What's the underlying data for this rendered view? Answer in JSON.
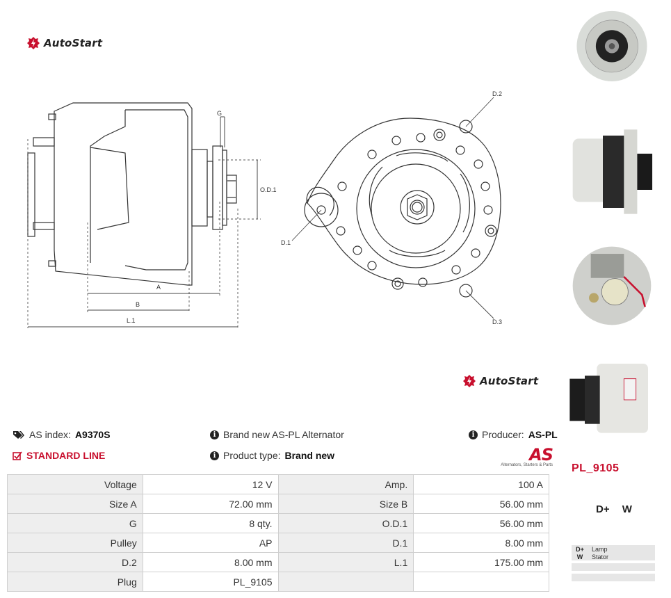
{
  "brand": {
    "name": "AutoStart"
  },
  "info": {
    "as_index_label": "AS index:",
    "as_index_value": "A9370S",
    "line_label": "STANDARD LINE",
    "description": "Brand new AS-PL Alternator",
    "product_type_label": "Product type:",
    "product_type_value": "Brand new",
    "producer_label": "Producer:",
    "producer_value": "AS-PL"
  },
  "as_logo": {
    "mark": "AS",
    "tagline": "Alternators, Starters & Parts"
  },
  "drawing_labels": {
    "g": "G",
    "od1": "O.D.1",
    "a": "A",
    "b": "B",
    "l1": "L.1",
    "d1": "D.1",
    "d2": "D.2",
    "d3": "D.3"
  },
  "specs": [
    [
      "Voltage",
      "12 V",
      "Amp.",
      "100 A"
    ],
    [
      "Size A",
      "72.00 mm",
      "Size B",
      "56.00 mm"
    ],
    [
      "G",
      "8 qty.",
      "O.D.1",
      "56.00 mm"
    ],
    [
      "Pulley",
      "AP",
      "D.1",
      "8.00 mm"
    ],
    [
      "D.2",
      "8.00 mm",
      "L.1",
      "175.00 mm"
    ],
    [
      "Plug",
      "PL_9105",
      "",
      ""
    ]
  ],
  "plug": {
    "part_number": "PL_9105",
    "pins": [
      "D+",
      "W"
    ],
    "legend": [
      {
        "pin": "D+",
        "desc": "Lamp"
      },
      {
        "pin": "W",
        "desc": "Stator"
      },
      {
        "pin": "",
        "desc": ""
      },
      {
        "pin": "",
        "desc": ""
      }
    ]
  },
  "colors": {
    "accent": "#c8102e",
    "label_bg": "#eeeeee"
  }
}
